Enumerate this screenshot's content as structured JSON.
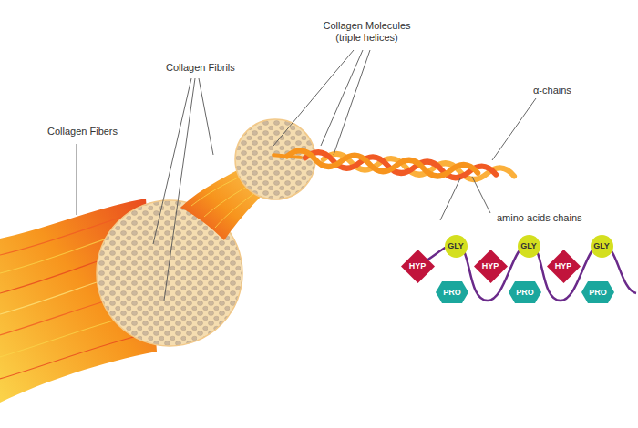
{
  "diagram": {
    "nodes": [
      {
        "text": [
          "HYP"
        ]
      },
      {
        "text": [
          "GLY"
        ]
      },
      {
        "text": [
          "PRO"
        ]
      },
      {
        "text": [
          "HYP"
        ]
      },
      {
        "text": [
          "GLY"
        ]
      },
      {
        "text": [
          "PRO"
        ]
      },
      {
        "text": [
          "HYP"
        ]
      },
      {
        "text": [
          "GLY"
        ]
      },
      {
        "text": [
          "PRO"
        ]
      }
    ],
    "labels": [
      "Collagen Fibers",
      "Collagen Fibrils",
      "Collagen Molecules (triple helices)",
      "α-chains",
      "amino acids chains"
    ]
  }
}
